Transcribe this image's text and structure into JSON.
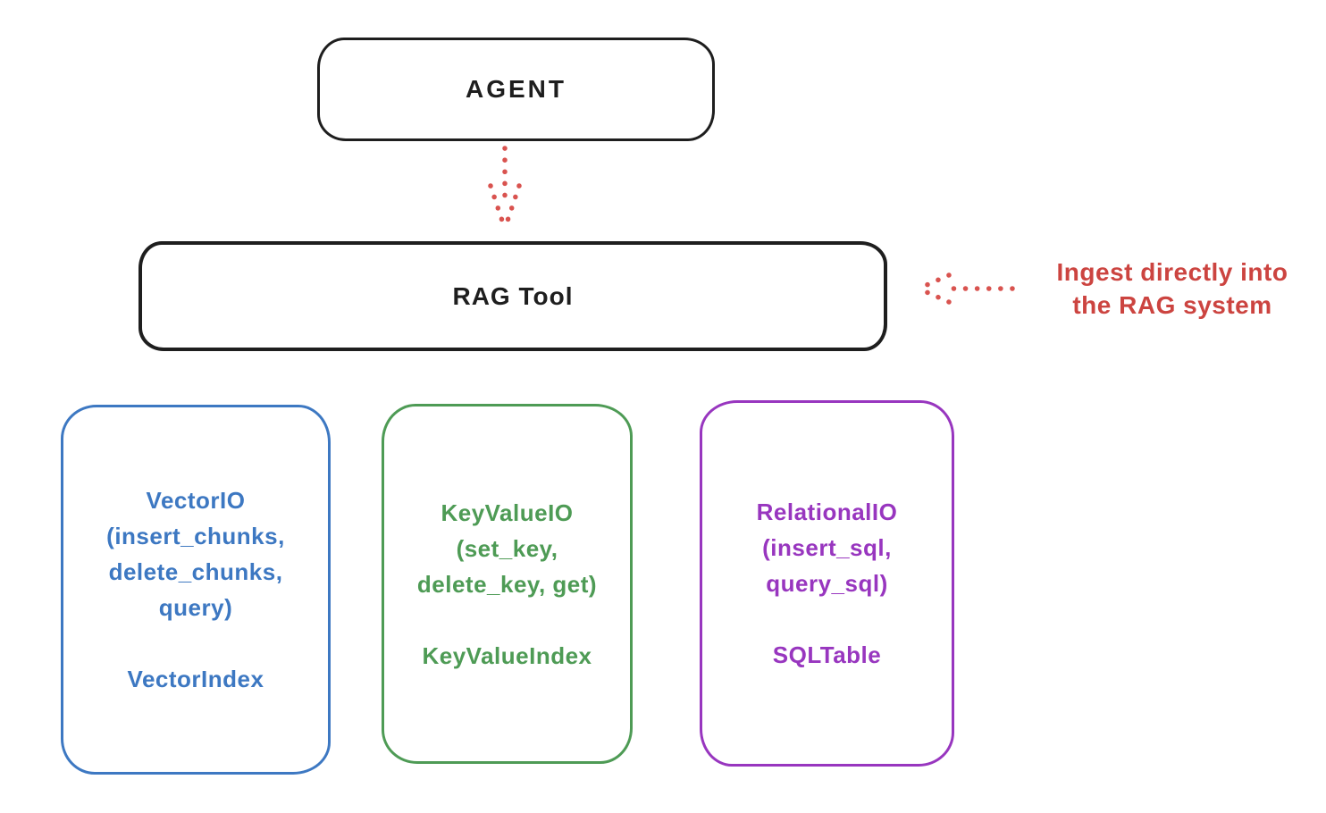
{
  "agent_box": {
    "label": "AGENT",
    "stroke_color": "#1e1e1e"
  },
  "rag_tool_box": {
    "label": "RAG Tool",
    "stroke_color": "#1e1e1e"
  },
  "ingest_annotation": {
    "line1": "Ingest directly into",
    "line2": "the RAG system",
    "color": "#cc4440"
  },
  "arrows": {
    "agent_to_rag": {
      "style": "dotted",
      "direction": "down",
      "color": "#d9534f"
    },
    "ingest_to_rag": {
      "style": "dotted",
      "direction": "left",
      "color": "#d9534f"
    }
  },
  "io_boxes": [
    {
      "id": "vector-io",
      "color": "#3d78c2",
      "title_lines": [
        "VectorIO",
        "(insert_chunks,",
        "delete_chunks,",
        "query)"
      ],
      "index_label": "VectorIndex"
    },
    {
      "id": "keyvalue-io",
      "color": "#4e9b55",
      "title_lines": [
        "KeyValueIO",
        "(set_key,",
        "delete_key, get)"
      ],
      "index_label": "KeyValueIndex"
    },
    {
      "id": "relational-io",
      "color": "#9836bf",
      "title_lines": [
        "RelationalIO",
        "(insert_sql,",
        "query_sql)"
      ],
      "index_label": "SQLTable"
    }
  ]
}
